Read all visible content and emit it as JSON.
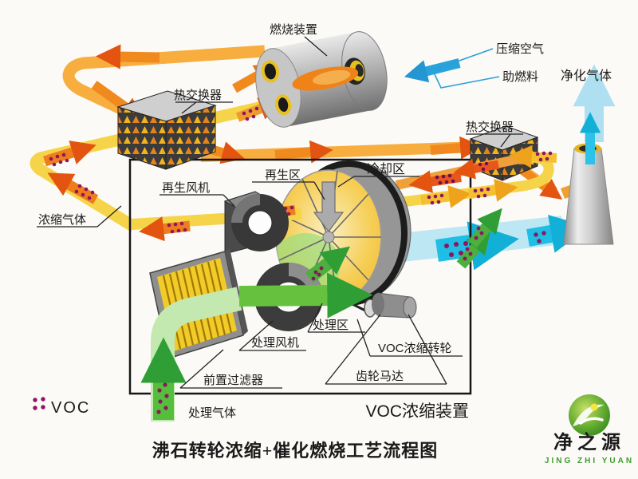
{
  "diagram": {
    "title": "沸石转轮浓缩+催化燃烧工艺流程图",
    "labels": {
      "combustion_device": "燃烧装置",
      "compressed_air": "压缩空气",
      "auxiliary_fuel": "助燃料",
      "purified_gas": "净化气体",
      "heat_exchanger": "热交换器",
      "concentrated_gas": "浓缩气体",
      "regeneration_fan": "再生风机",
      "regeneration_zone": "再生区",
      "cooling_zone": "冷却区",
      "treatment_zone": "处理区",
      "voc_rotor": "VOC浓缩转轮",
      "gear_motor": "齿轮马达",
      "pre_filter": "前置过滤器",
      "treatment_fan": "处理风机",
      "voc_device": "VOC浓缩装置",
      "treatment_gas": "处理气体"
    },
    "legend": {
      "voc": "VOC"
    },
    "logo": {
      "name": "净之源",
      "subtitle": "JING ZHI YUAN"
    },
    "colors": {
      "hot_duct_orange": "#F7AE3F",
      "voc_duct_yellow": "#F6D449",
      "process_green": "#5BC23C",
      "clean_cyan": "#29C4E8",
      "voc_dot_purple": "#8E1560",
      "annotation_blue": "#2B9FD8",
      "logo_green": "#3E9B2E"
    }
  }
}
